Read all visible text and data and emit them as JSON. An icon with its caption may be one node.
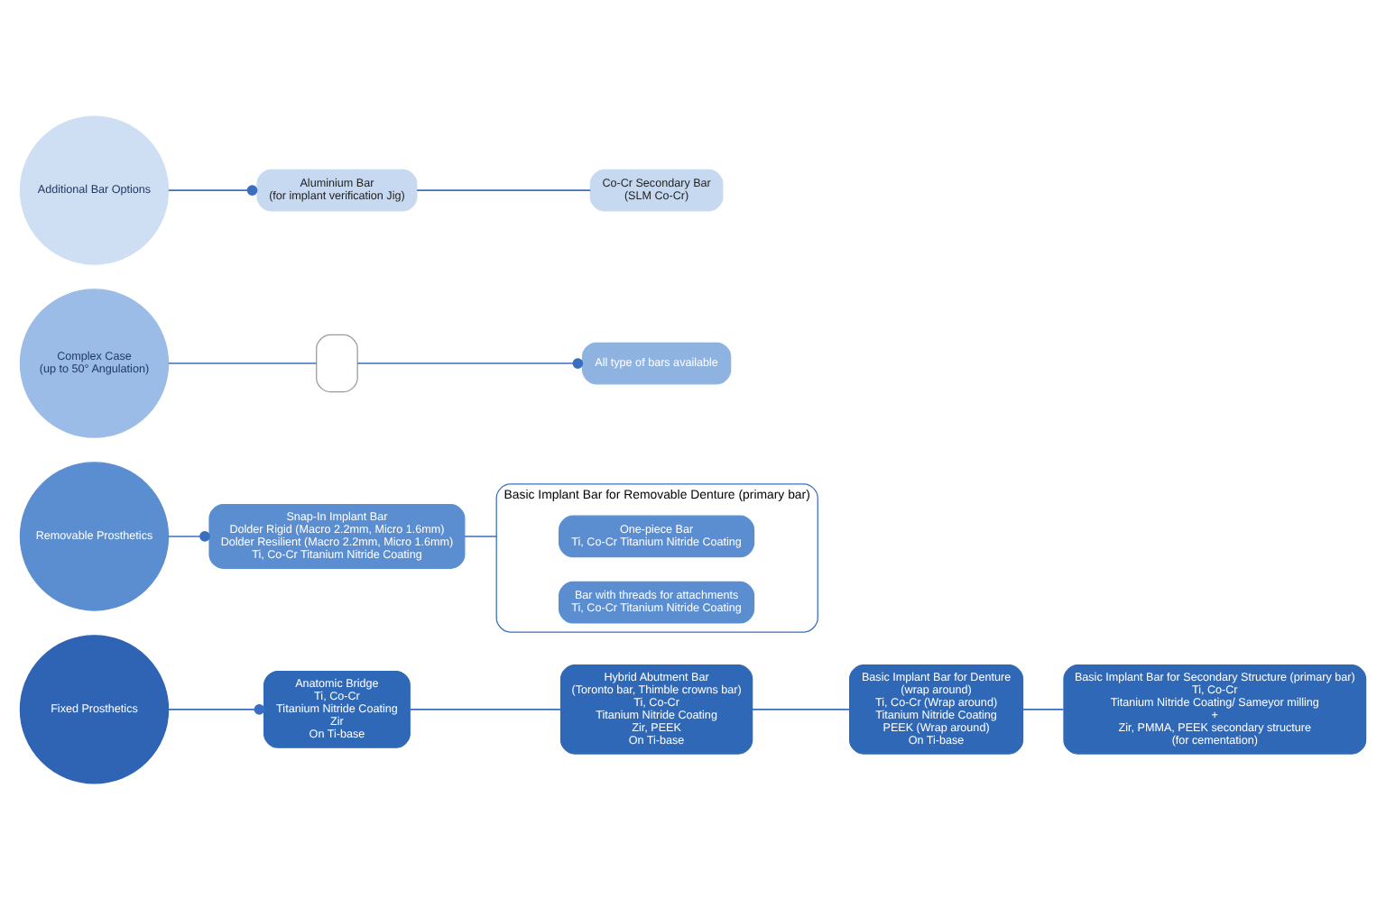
{
  "diagram": {
    "nodes": [
      {
        "text": [
          "Fixed Prosthetics"
        ]
      },
      {
        "text": [
          "Removable Prosthetics"
        ]
      },
      {
        "text": [
          "Complex Case",
          "(up to 50° Angulation)"
        ]
      },
      {
        "text": [
          "Additional Bar Options"
        ]
      },
      {
        "text": [
          "Anatomic Bridge",
          "Ti, Co-Cr",
          "Titanium Nitride Coating",
          "Zir",
          "On Ti-base"
        ]
      },
      {
        "text": [
          "Hybrid Abutment Bar",
          "(Toronto bar, Thimble crowns bar)",
          "Ti, Co-Cr",
          "Titanium Nitride Coating",
          "Zir, PEEK",
          "On Ti-base"
        ]
      },
      {
        "text": [
          "Basic Implant Bar for Denture",
          "(wrap around)",
          "Ti, Co-Cr (Wrap around)",
          "Titanium Nitride Coating",
          "PEEK (Wrap around)",
          "On Ti-base"
        ]
      },
      {
        "text": [
          "Snap-In Implant Bar",
          "Dolder Rigid (Macro 2.2mm, Micro 1.6mm)",
          "Dolder Resilient (Macro 2.2mm, Micro 1.6mm)",
          "Ti, Co-Cr Titanium Nitride Coating"
        ]
      },
      {
        "text": [
          "Basic Implant Bar for Removable Denture (primary bar)"
        ]
      },
      {
        "text": [
          "One-piece Bar",
          "Ti, Co-Cr Titanium Nitride Coating"
        ],
        "in": 8
      },
      {
        "text": [
          "Bar with threads for attachments",
          "Ti, Co-Cr Titanium Nitride Coating"
        ],
        "in": 8
      },
      {
        "text": [
          "Basic Implant Bar for Secondary Structure (primary bar)",
          "Ti, Co-Cr",
          "Titanium Nitride Coating/ Sameyor milling",
          "+",
          "Zir, PMMA, PEEK secondary structure",
          "(for cementation)"
        ]
      },
      {
        "text": [],
        "shape": "picture"
      },
      {
        "text": [
          "All type of bars available"
        ]
      },
      {
        "text": [
          "Aluminium Bar",
          "(for implant verification Jig)"
        ]
      },
      {
        "text": [
          "Co-Cr Secondary Bar",
          "(SLM Co-Cr)"
        ]
      }
    ],
    "edges": [
      {
        "from": 0,
        "to": 4,
        "arrow": "other"
      },
      {
        "from": 4,
        "to": 5,
        "arrow": "none"
      },
      {
        "from": 5,
        "to": 6,
        "arrow": "none"
      },
      {
        "from": 6,
        "to": 11,
        "arrow": "none"
      },
      {
        "from": 1,
        "to": 7,
        "arrow": "other"
      },
      {
        "from": 7,
        "to": 8,
        "arrow": "none"
      },
      {
        "from": 2,
        "to": 12,
        "arrow": "none"
      },
      {
        "from": 12,
        "to": 13,
        "arrow": "other"
      },
      {
        "from": 3,
        "to": 14,
        "arrow": "other"
      },
      {
        "from": 14,
        "to": 15,
        "arrow": "none"
      }
    ]
  }
}
